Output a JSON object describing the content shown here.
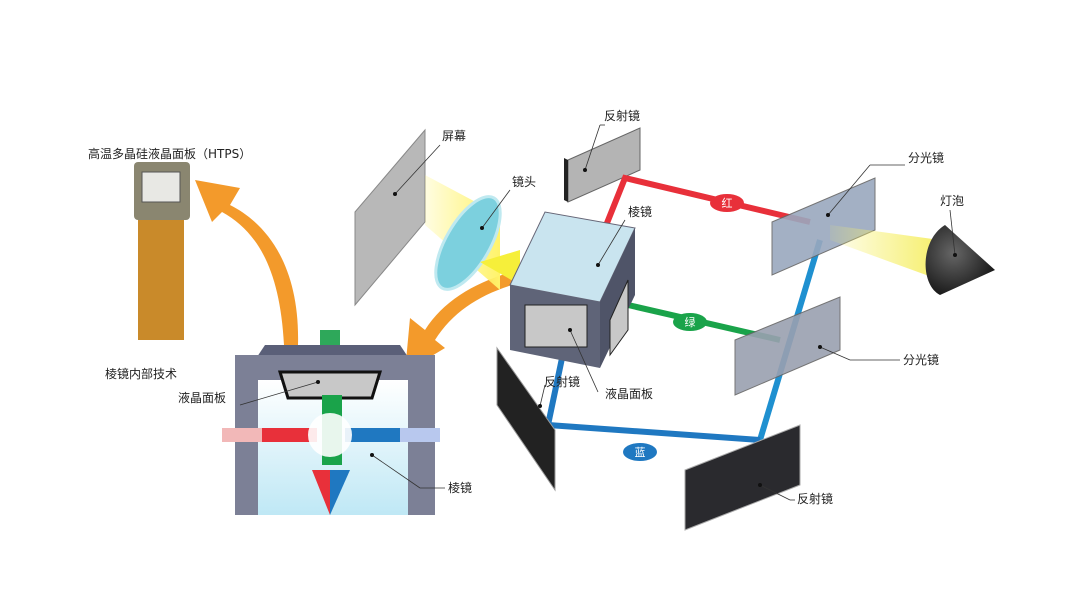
{
  "labels": {
    "htps_panel": "高温多晶硅液晶面板（HTPS）",
    "screen": "屏幕",
    "lens": "镜头",
    "mirror_top": "反射镜",
    "dichroic_top": "分光镜",
    "lamp": "灯泡",
    "prism": "棱镜",
    "red": "红",
    "green": "绿",
    "blue": "蓝",
    "lcd_panel": "液晶面板",
    "dichroic_mid": "分光镜",
    "mirror_left": "反射镜",
    "mirror_bottom": "反射镜",
    "prism_internal": "棱镜内部技术",
    "inner_lcd_panel": "液晶面板",
    "inner_prism": "棱镜"
  },
  "colors": {
    "red": "#e8303a",
    "green": "#1aa34a",
    "blue": "#1f78c1",
    "orange": "#f39a2b",
    "yellow": "#f6ef6a"
  }
}
